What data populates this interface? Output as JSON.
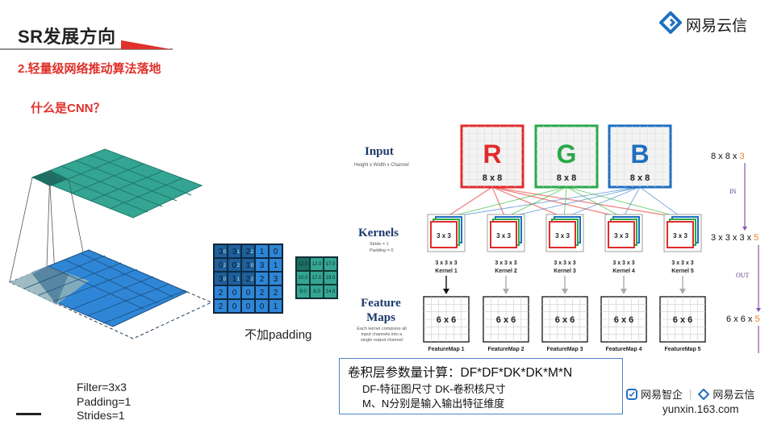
{
  "header": {
    "title": "SR发展方向",
    "subtitle": "2.轻量级网络推动算法落地",
    "question": "什么是CNN？",
    "brand_name": "网易云信"
  },
  "conv_diagram": {
    "caption": "不加padding",
    "params": [
      "Filter=3x3",
      "Padding=1",
      "Strides=1"
    ],
    "input_grid": [
      [
        {
          "v": "3",
          "s": "0"
        },
        {
          "v": "3",
          "s": "1"
        },
        {
          "v": "2",
          "s": "2"
        },
        {
          "v": "1",
          "s": ""
        },
        {
          "v": "0",
          "s": ""
        }
      ],
      [
        {
          "v": "0",
          "s": "2"
        },
        {
          "v": "0",
          "s": "2"
        },
        {
          "v": "1",
          "s": "0"
        },
        {
          "v": "3",
          "s": ""
        },
        {
          "v": "1",
          "s": ""
        }
      ],
      [
        {
          "v": "3",
          "s": "0"
        },
        {
          "v": "1",
          "s": "1"
        },
        {
          "v": "2",
          "s": "2"
        },
        {
          "v": "2",
          "s": ""
        },
        {
          "v": "3",
          "s": ""
        }
      ],
      [
        {
          "v": "2",
          "s": ""
        },
        {
          "v": "0",
          "s": ""
        },
        {
          "v": "0",
          "s": ""
        },
        {
          "v": "2",
          "s": ""
        },
        {
          "v": "2",
          "s": ""
        }
      ],
      [
        {
          "v": "2",
          "s": ""
        },
        {
          "v": "0",
          "s": ""
        },
        {
          "v": "0",
          "s": ""
        },
        {
          "v": "0",
          "s": ""
        },
        {
          "v": "1",
          "s": ""
        }
      ]
    ],
    "output_grid": [
      [
        "12.0",
        "12.0",
        "17.0"
      ],
      [
        "10.0",
        "17.0",
        "19.0"
      ],
      [
        "9.0",
        "6.0",
        "14.0"
      ]
    ]
  },
  "cnn_diagram": {
    "input_label": "Input",
    "input_desc": "Height x Width x Channel",
    "kernels_label": "Kernels",
    "kernels_desc": [
      "Stride = 1",
      "Padding = 0"
    ],
    "feature_label": [
      "Feature",
      "Maps"
    ],
    "feature_desc": [
      "Each kernel compress all",
      "input channels into a",
      "single output channel"
    ],
    "feature_desc_bold": "single",
    "channels": [
      {
        "letter": "R",
        "size": "8 x 8",
        "color": "#e12b2b"
      },
      {
        "letter": "G",
        "size": "8 x 8",
        "color": "#2aa84a"
      },
      {
        "letter": "B",
        "size": "8 x 8",
        "color": "#1f6fc0"
      }
    ],
    "kernels": [
      {
        "size": "3 x 3",
        "dims": "3 x 3 x 3",
        "name": "Kernel 1"
      },
      {
        "size": "3 x 3",
        "dims": "3 x 3 x 3",
        "name": "Kernel 2"
      },
      {
        "size": "3 x 3",
        "dims": "3 x 3 x 3",
        "name": "Kernel 3"
      },
      {
        "size": "3 x 3",
        "dims": "3 x 3 x 3",
        "name": "Kernel 4"
      },
      {
        "size": "3 x 3",
        "dims": "3 x 3 x 3",
        "name": "Kernel 5"
      }
    ],
    "feature_maps": [
      {
        "size": "6 x 6",
        "name": "FeatureMap 1"
      },
      {
        "size": "6 x 6",
        "name": "FeatureMap 2"
      },
      {
        "size": "6 x 6",
        "name": "FeatureMap 3"
      },
      {
        "size": "6 x 6",
        "name": "FeatureMap 4"
      },
      {
        "size": "6 x 6",
        "name": "FeatureMap 5"
      }
    ],
    "right_dims": {
      "input_prefix": "8 x 8 x ",
      "input_suffix": "3",
      "kernel_prefix": "3 x 3 x 3 x ",
      "kernel_suffix": "5",
      "output_prefix": "6 x 6 x ",
      "output_suffix": "5",
      "in_label": "IN",
      "out_label": "OUT"
    }
  },
  "formula": {
    "line1": "卷积层参数量计算：DF*DF*DK*DK*M*N",
    "line2": "DF-特征图尺寸 DK-卷积核尺寸",
    "line3": "M、N分别是输入输出特征维度"
  },
  "footer": {
    "logo1": "网易智企",
    "logo2": "网易云信",
    "url": "yunxin.163.com"
  },
  "colors": {
    "accent_red": "#e0312b",
    "teal": "#2e9e8e",
    "blue": "#2f86d6",
    "purple": "#8a4fb0",
    "orange": "#f07a1a"
  }
}
